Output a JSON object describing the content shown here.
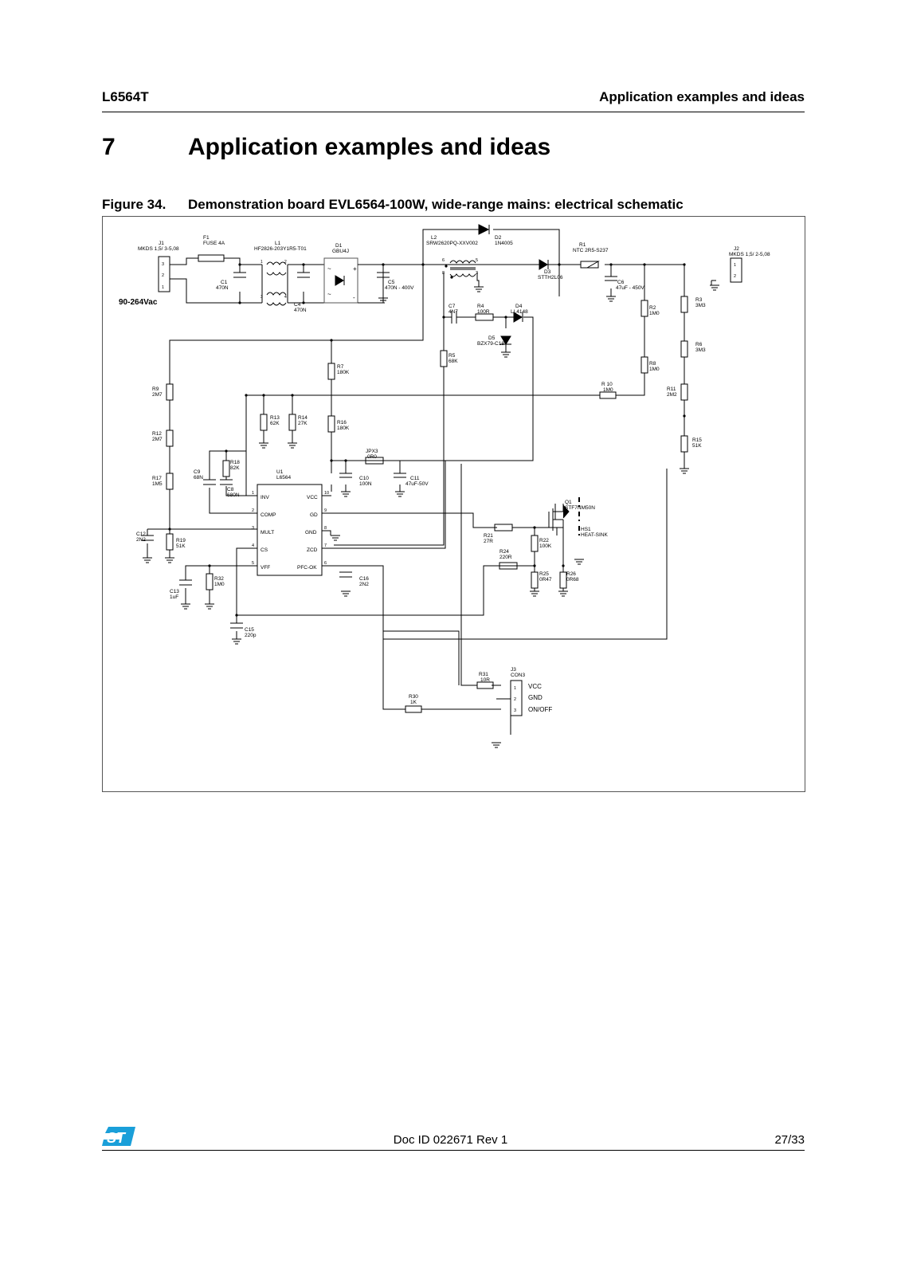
{
  "header": {
    "doc_code": "L6564T",
    "section_running": "Application examples and ideas"
  },
  "section": {
    "number": "7",
    "title": "Application examples and ideas"
  },
  "figure": {
    "label": "Figure 34.",
    "caption": "Demonstration board EVL6564-100W, wide-range mains: electrical schematic",
    "input_label": "90-264Vac",
    "components": {
      "j1": {
        "ref": "J1",
        "value": "MKDS 1,5/ 3-5,08"
      },
      "f1": {
        "ref": "F1",
        "value": "FUSE 4A"
      },
      "l1": {
        "ref": "L1",
        "value": "HF2826-203Y1R5-T01"
      },
      "d1": {
        "ref": "D1",
        "value": "GBU4J"
      },
      "c1": {
        "ref": "C1",
        "value": "470N"
      },
      "c4": {
        "ref": "C4",
        "value": "470N"
      },
      "c5": {
        "ref": "C5",
        "value": "470N - 400V"
      },
      "l2": {
        "ref": "L2",
        "value": "SRW2620PQ-XXV002"
      },
      "d2": {
        "ref": "D2",
        "value": "1N4005"
      },
      "d3": {
        "ref": "D3",
        "value": "STTH2L06"
      },
      "r1": {
        "ref": "R1",
        "value": "NTC 2R5-S237"
      },
      "j2": {
        "ref": "J2",
        "value": "MKDS 1,5/ 2-5,08"
      },
      "c6": {
        "ref": "C6",
        "value": "47uF - 450V"
      },
      "c7": {
        "ref": "C7",
        "value": "4N7"
      },
      "r4": {
        "ref": "R4",
        "value": "100R"
      },
      "d4": {
        "ref": "D4",
        "value": "LL4148"
      },
      "d5": {
        "ref": "D5",
        "value": "BZX79-C18"
      },
      "r2": {
        "ref": "R2",
        "value": "1M0"
      },
      "r3": {
        "ref": "R3",
        "value": "3M3"
      },
      "r6": {
        "ref": "R6",
        "value": "3M3"
      },
      "r8": {
        "ref": "R8",
        "value": "1M0"
      },
      "r5": {
        "ref": "R5",
        "value": "68K"
      },
      "r7": {
        "ref": "R7",
        "value": "180K"
      },
      "r10": {
        "ref": "R 10",
        "value": "1M0"
      },
      "r11": {
        "ref": "R11",
        "value": "2M2"
      },
      "r9": {
        "ref": "R9",
        "value": "2M7"
      },
      "r12": {
        "ref": "R12",
        "value": "2M7"
      },
      "r13": {
        "ref": "R13",
        "value": "62K"
      },
      "r14": {
        "ref": "R14",
        "value": "27K"
      },
      "r16": {
        "ref": "R16",
        "value": "180K"
      },
      "r15": {
        "ref": "R15",
        "value": "51K"
      },
      "r18": {
        "ref": "R18",
        "value": "82K"
      },
      "c9": {
        "ref": "C9",
        "value": "68N"
      },
      "c8": {
        "ref": "C8",
        "value": "680N"
      },
      "r17": {
        "ref": "R17",
        "value": "1M5"
      },
      "jpx3": {
        "ref": "JPX3",
        "value": "0R0"
      },
      "c10": {
        "ref": "C10",
        "value": "100N"
      },
      "c11": {
        "ref": "C11",
        "value": "47uF-50V"
      },
      "u1": {
        "ref": "U1",
        "value": "L6564"
      },
      "q1": {
        "ref": "Q1",
        "value": "STF7NM50N"
      },
      "hs1": {
        "ref": "HS1",
        "value": "HEAT-SINK"
      },
      "r21": {
        "ref": "R21",
        "value": "27R"
      },
      "r22": {
        "ref": "R22",
        "value": "100K"
      },
      "r24": {
        "ref": "R24",
        "value": "220R"
      },
      "r25": {
        "ref": "R25",
        "value": "0R47"
      },
      "r26": {
        "ref": "R26",
        "value": "0R68"
      },
      "c12": {
        "ref": "C12",
        "value": "2N2"
      },
      "r19": {
        "ref": "R19",
        "value": "51K"
      },
      "c13": {
        "ref": "C13",
        "value": "1uF"
      },
      "r32": {
        "ref": "R32",
        "value": "1M0"
      },
      "c16": {
        "ref": "C16",
        "value": "2N2"
      },
      "c15": {
        "ref": "C15",
        "value": "220p"
      },
      "r31": {
        "ref": "R31",
        "value": "10R"
      },
      "r30": {
        "ref": "R30",
        "value": "1K"
      },
      "j3": {
        "ref": "J3",
        "value": "CON3"
      }
    },
    "ic_pins_left": [
      "INV",
      "COMP",
      "MULT",
      "CS",
      "VFF"
    ],
    "ic_pins_right": [
      "VCC",
      "GD",
      "GND",
      "ZCD",
      "PFC-OK"
    ],
    "ic_pin_numbers_left": [
      "1",
      "2",
      "3",
      "4",
      "5"
    ],
    "ic_pin_numbers_right": [
      "10",
      "9",
      "8",
      "7",
      "6"
    ],
    "connector_pins": [
      "1",
      "2",
      "3"
    ],
    "j3_labels": [
      "VCC",
      "GND",
      "ON/OFF"
    ],
    "transformer_pins": [
      "6",
      "5",
      "8",
      "3",
      "1",
      "2",
      "3",
      "4"
    ],
    "bridge_marks": [
      "~",
      "~",
      "+",
      "-"
    ]
  },
  "footer": {
    "doc_id": "Doc ID 022671 Rev 1",
    "page": "27/33"
  },
  "colors": {
    "logo_blue": "#1a9fd9",
    "text": "#000000"
  }
}
